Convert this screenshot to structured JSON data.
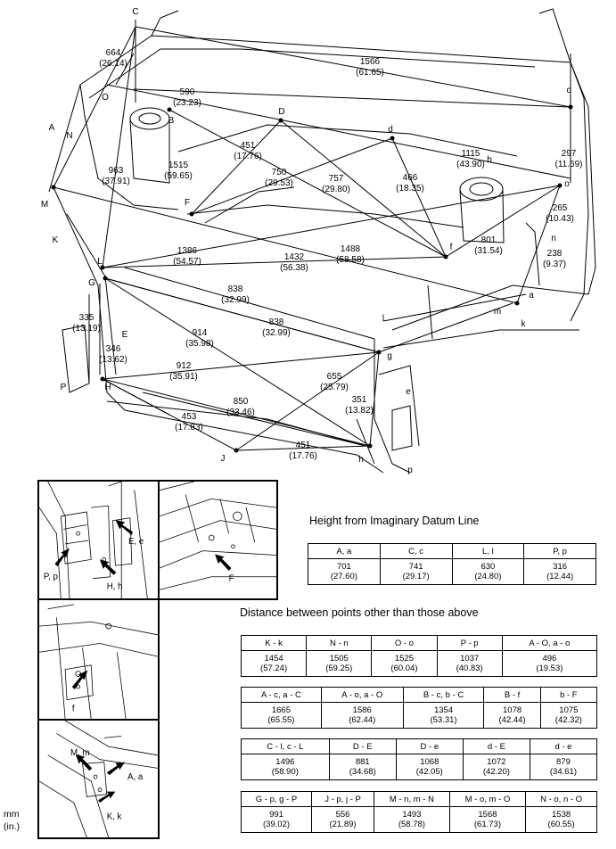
{
  "diagram": {
    "dimensions": [
      {
        "mm": "664",
        "in": "(26.14)"
      },
      {
        "mm": "1566",
        "in": "(61.65)"
      },
      {
        "mm": "590",
        "in": "(23.23)"
      },
      {
        "mm": "1115",
        "in": "(43.90)"
      },
      {
        "mm": "297",
        "in": "(11.69)"
      },
      {
        "mm": "451",
        "in": "(17.76)"
      },
      {
        "mm": "963",
        "in": "(37.91)"
      },
      {
        "mm": "1515",
        "in": "(59.65)"
      },
      {
        "mm": "750",
        "in": "(29.53)"
      },
      {
        "mm": "757",
        "in": "(29.80)"
      },
      {
        "mm": "466",
        "in": "(18.35)"
      },
      {
        "mm": "265",
        "in": "(10.43)"
      },
      {
        "mm": "801",
        "in": "(31.54)"
      },
      {
        "mm": "238",
        "in": "(9.37)"
      },
      {
        "mm": "1386",
        "in": "(54.57)"
      },
      {
        "mm": "1432",
        "in": "(56.38)"
      },
      {
        "mm": "1488",
        "in": "(58.58)"
      },
      {
        "mm": "838",
        "in": "(32.99)"
      },
      {
        "mm": "838",
        "in": "(32.99)"
      },
      {
        "mm": "335",
        "in": "(13.19)"
      },
      {
        "mm": "346",
        "in": "(13.62)"
      },
      {
        "mm": "914",
        "in": "(35.98)"
      },
      {
        "mm": "912",
        "in": "(35.91)"
      },
      {
        "mm": "655",
        "in": "(25.79)"
      },
      {
        "mm": "351",
        "in": "(13.82)"
      },
      {
        "mm": "850",
        "in": "(33.46)"
      },
      {
        "mm": "453",
        "in": "(17.83)"
      },
      {
        "mm": "451",
        "in": "(17.76)"
      }
    ],
    "points": [
      "C",
      "O",
      "A",
      "N",
      "B",
      "D",
      "M",
      "K",
      "L",
      "G",
      "E",
      "P",
      "H",
      "J",
      "F",
      "c",
      "b",
      "d",
      "o",
      "n",
      "f",
      "a",
      "m",
      "k",
      "l",
      "g",
      "e",
      "h",
      "p"
    ]
  },
  "insets": {
    "inset1": {
      "labels": [
        "E, e",
        "P, p",
        "H, h"
      ]
    },
    "inset2": {
      "labels": [
        "F"
      ]
    },
    "inset3": {
      "labels": [
        "f"
      ]
    },
    "inset4": {
      "labels": [
        "M, m",
        "A, a",
        "K, k"
      ]
    }
  },
  "height_section": {
    "title": "Height from Imaginary Datum Line",
    "table": {
      "headers": [
        "A, a",
        "C, c",
        "L, l",
        "P, p"
      ],
      "mm": [
        "701",
        "741",
        "630",
        "316"
      ],
      "in": [
        "(27.60)",
        "(29.17)",
        "(24.80)",
        "(12.44)"
      ]
    }
  },
  "distance_section": {
    "title": "Distance between points other than those above",
    "tables": [
      {
        "headers": [
          "K - k",
          "N - n",
          "O - o",
          "P - p",
          "A - O, a - o"
        ],
        "mm": [
          "1454",
          "1505",
          "1525",
          "1037",
          "496"
        ],
        "in": [
          "(57.24)",
          "(59.25)",
          "(60.04)",
          "(40.83)",
          "(19.53)"
        ]
      },
      {
        "headers": [
          "A - c, a - C",
          "A - o, a - O",
          "B - c, b - C",
          "B - f",
          "b - F"
        ],
        "mm": [
          "1665",
          "1586",
          "1354",
          "1078",
          "1075"
        ],
        "in": [
          "(65.55)",
          "(62.44)",
          "(53.31)",
          "(42.44)",
          "(42.32)"
        ]
      },
      {
        "headers": [
          "C - l, c - L",
          "D - E",
          "D - e",
          "d - E",
          "d - e"
        ],
        "mm": [
          "1496",
          "881",
          "1068",
          "1072",
          "879"
        ],
        "in": [
          "(58.90)",
          "(34.68)",
          "(42.05)",
          "(42.20)",
          "(34.61)"
        ]
      },
      {
        "headers": [
          "G - p, g - P",
          "J - p, j - P",
          "M - n, m - N",
          "M - o, m - O",
          "N - o, n - O"
        ],
        "mm": [
          "991",
          "556",
          "1493",
          "1568",
          "1538"
        ],
        "in": [
          "(39.02)",
          "(21.89)",
          "(58.78)",
          "(61.73)",
          "(60.55)"
        ]
      }
    ]
  },
  "units": {
    "line1": "mm",
    "line2": "(in.)"
  }
}
